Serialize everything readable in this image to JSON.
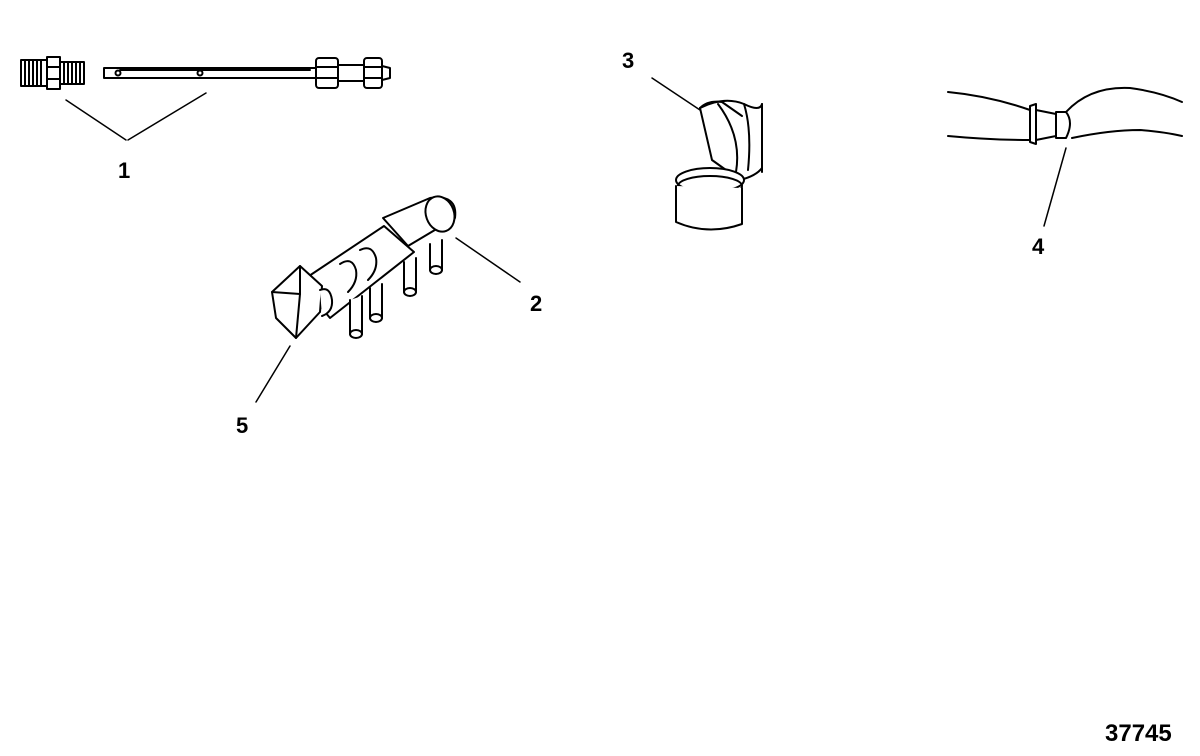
{
  "callouts": {
    "c1": "1",
    "c2": "2",
    "c3": "3",
    "c4": "4",
    "c5": "5"
  },
  "figure_number": "37745",
  "colors": {
    "ink": "#000000",
    "paper": "#ffffff"
  }
}
